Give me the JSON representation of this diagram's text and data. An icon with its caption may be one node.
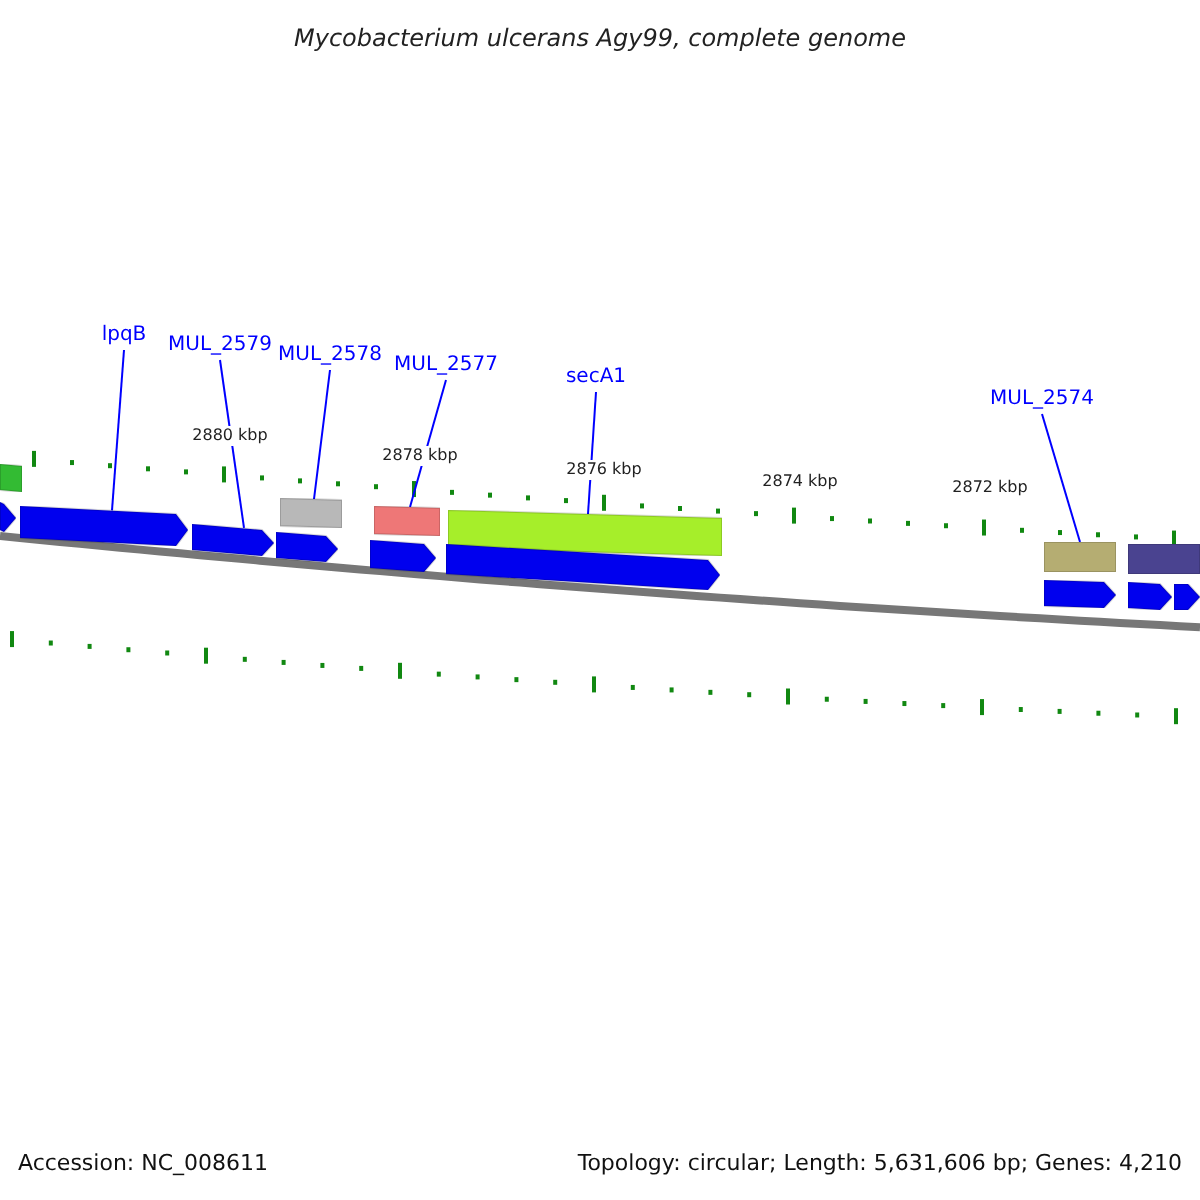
{
  "diagram": {
    "title": "Mycobacterium ulcerans Agy99, complete genome",
    "nodes": [
      {
        "text": [
          "lpqB"
        ]
      },
      {
        "text": [
          "MUL_2579"
        ]
      },
      {
        "text": [
          "MUL_2578"
        ]
      },
      {
        "text": [
          "MUL_2577"
        ]
      },
      {
        "text": [
          "secA1"
        ]
      },
      {
        "text": [
          "MUL_2574"
        ]
      },
      {
        "text": [],
        "shape": "bar"
      },
      {
        "text": [],
        "shape": "arrow"
      },
      {
        "text": [],
        "shape": "arrow"
      },
      {
        "text": [],
        "shape": "arrow"
      },
      {
        "text": [],
        "shape": "bar"
      },
      {
        "text": [],
        "shape": "arrow"
      },
      {
        "text": [],
        "shape": "bar"
      },
      {
        "text": [],
        "shape": "arrow"
      },
      {
        "text": [],
        "shape": "bar"
      },
      {
        "text": [],
        "shape": "arrow"
      },
      {
        "text": [],
        "shape": "bar"
      },
      {
        "text": [],
        "shape": "arrow"
      },
      {
        "text": [],
        "shape": "bar"
      },
      {
        "text": [],
        "shape": "arrow"
      },
      {
        "text": [],
        "shape": "arrow"
      }
    ],
    "edges": [
      {
        "from": 0,
        "to": 8,
        "arrow": "none"
      },
      {
        "from": 1,
        "to": 9,
        "arrow": "none"
      },
      {
        "from": 2,
        "to": 10,
        "arrow": "none"
      },
      {
        "from": 3,
        "to": 12,
        "arrow": "none"
      },
      {
        "from": 4,
        "to": 14,
        "arrow": "none"
      },
      {
        "from": 5,
        "to": 16,
        "arrow": "none"
      }
    ],
    "labels": [
      "2880 kbp",
      "2878 kbp",
      "2876 kbp",
      "2874 kbp",
      "2872 kbp",
      "Accession: NC_008611",
      "Topology: circular; Length: 5,631,606 bp; Genes: 4,210"
    ]
  }
}
